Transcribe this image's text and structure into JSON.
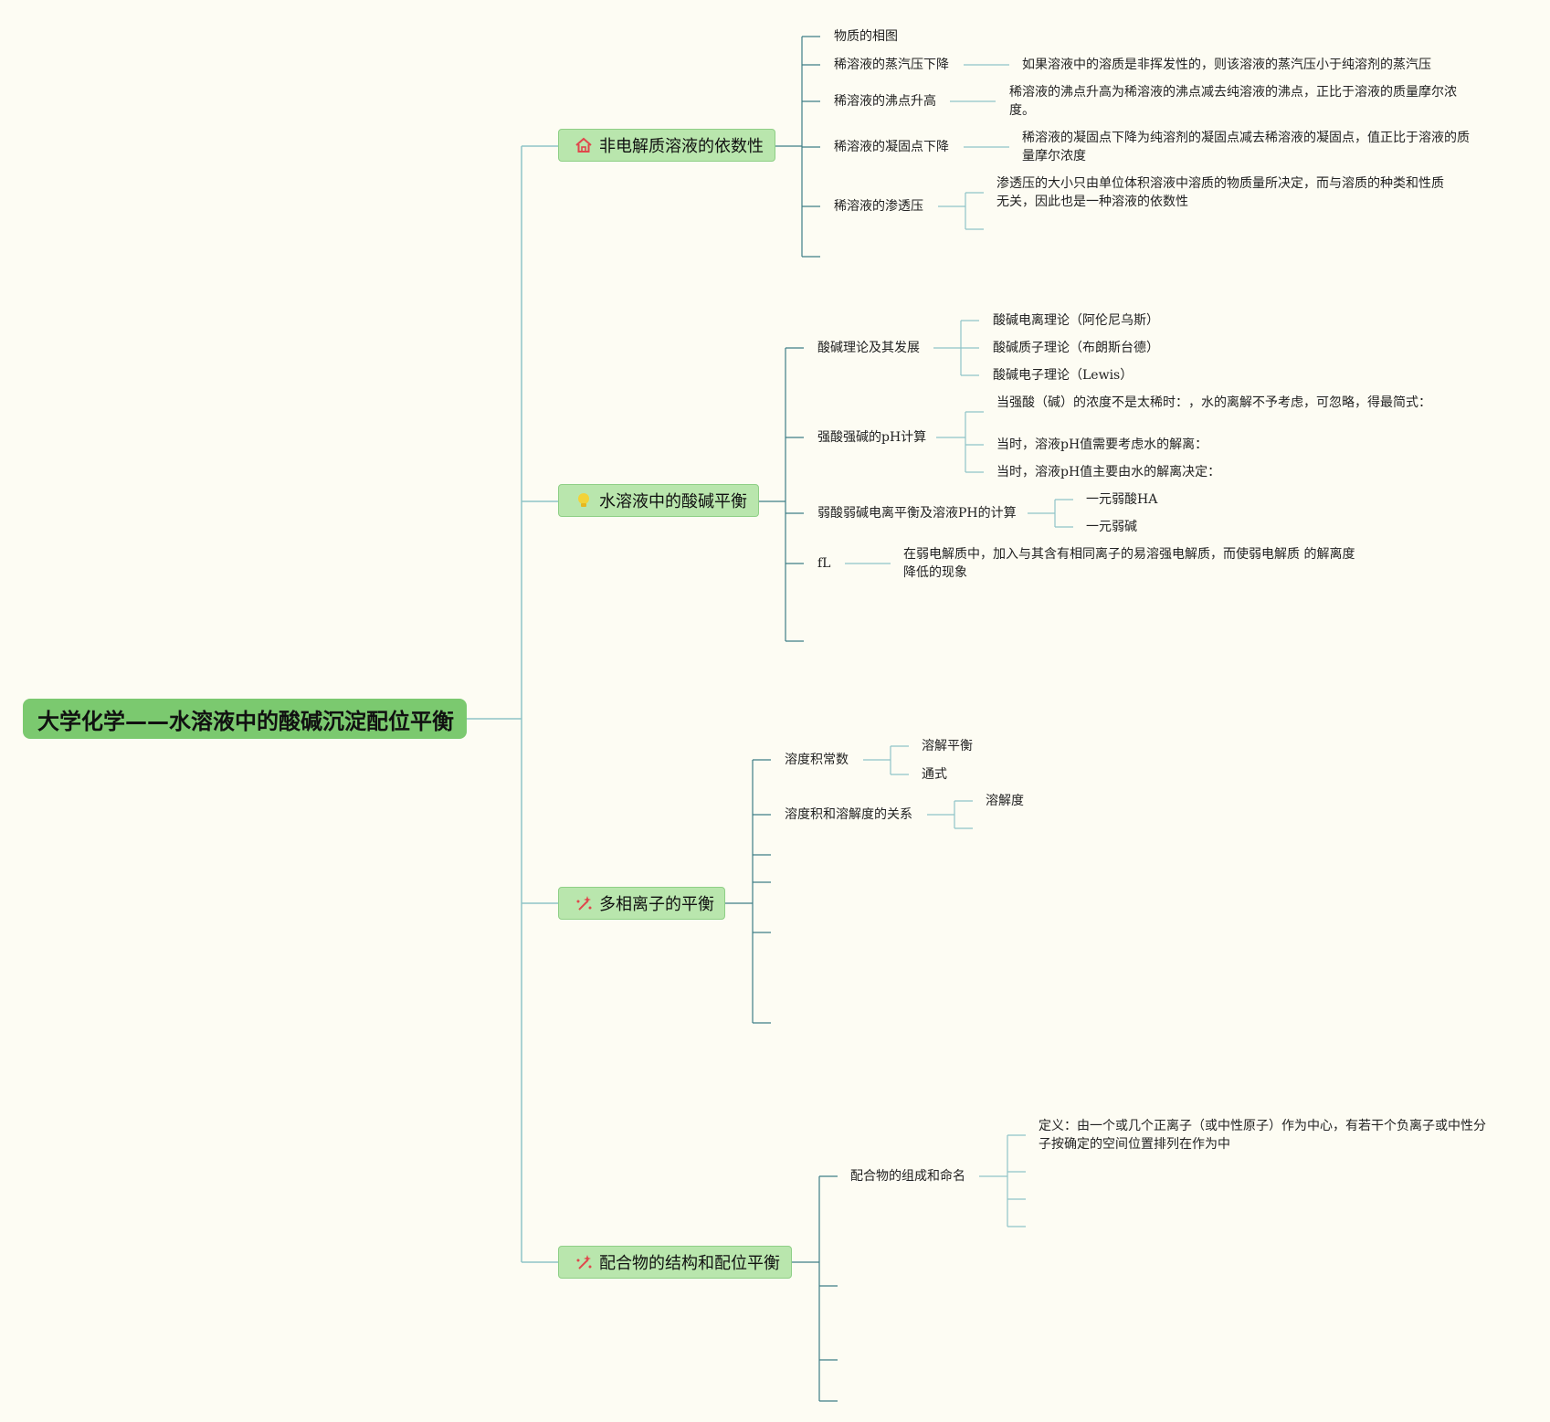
{
  "root": "大学化学——水溶液中的酸碱沉淀配位平衡",
  "branches": [
    {
      "label": "非电解质溶液的依数性",
      "icon": "house-icon",
      "children": [
        {
          "label": "物质的相图"
        },
        {
          "label": "稀溶液的蒸汽压下降",
          "note": "如果溶液中的溶质是非挥发性的，则该溶液的蒸汽压小于纯溶剂的蒸汽压"
        },
        {
          "label": "稀溶液的沸点升高",
          "note": "稀溶液的沸点升高为稀溶液的沸点减去纯溶液的沸点，正比于溶液的质量摩尔浓度。"
        },
        {
          "label": "稀溶液的凝固点下降",
          "note": "稀溶液的凝固点下降为纯溶剂的凝固点减去稀溶液的凝固点，值正比于溶液的质量摩尔浓度"
        },
        {
          "label": "稀溶液的渗透压",
          "note": "渗透压的大小只由单位体积溶液中溶质的物质量所决定，而与溶质的种类和性质无关，因此也是一种溶液的依数性"
        }
      ]
    },
    {
      "label": "水溶液中的酸碱平衡",
      "icon": "lightbulb-icon",
      "children": [
        {
          "label": "酸碱理论及其发展",
          "items": [
            "酸碱电离理论（阿伦尼乌斯）",
            "酸碱质子理论（布朗斯台德）",
            "酸碱电子理论（Lewis）"
          ]
        },
        {
          "label": "强酸强碱的pH计算",
          "items": [
            "当强酸（碱）的浓度不是太稀时：￼，水的离解不予考虑，可忽略，得最简式：￼",
            "当￼时，溶液pH值需要考虑水的解离：￼",
            "当￼时，溶液pH值主要由水的解离决定：￼"
          ]
        },
        {
          "label": "弱酸弱碱电离平衡及溶液PH的计算",
          "items": [
            "一元弱酸HA",
            "一元弱碱"
          ]
        },
        {
          "label": "fL",
          "note": "在弱电解质中，加入与其含有相同离子的易溶强电解质，而使弱电解质 的解离度降低的现象"
        }
      ]
    },
    {
      "label": "多相离子的平衡",
      "icon": "sparkle-icon",
      "children": [
        {
          "label": "溶度积常数",
          "items": [
            "溶解平衡",
            "通式"
          ]
        },
        {
          "label": "溶度积和溶解度的关系",
          "items": [
            "溶解度"
          ]
        }
      ]
    },
    {
      "label": "配合物的结构和配位平衡",
      "icon": "sparkle-icon",
      "children": [
        {
          "label": "配合物的组成和命名",
          "note": "定义：由一个或几个正离子（或中性原子）作为中心，有若干个负离子或中性分子按确定的空间位置排列在作为中"
        }
      ]
    }
  ],
  "colors": {
    "background": "#fdfcf3",
    "root": "#7bc96f",
    "branch_fill": "#b9e6ad",
    "line_main": "#8fc4c8",
    "line_sub": "#3e7e86",
    "icon_red": "#e0474c",
    "icon_yellow": "#f2d338"
  }
}
